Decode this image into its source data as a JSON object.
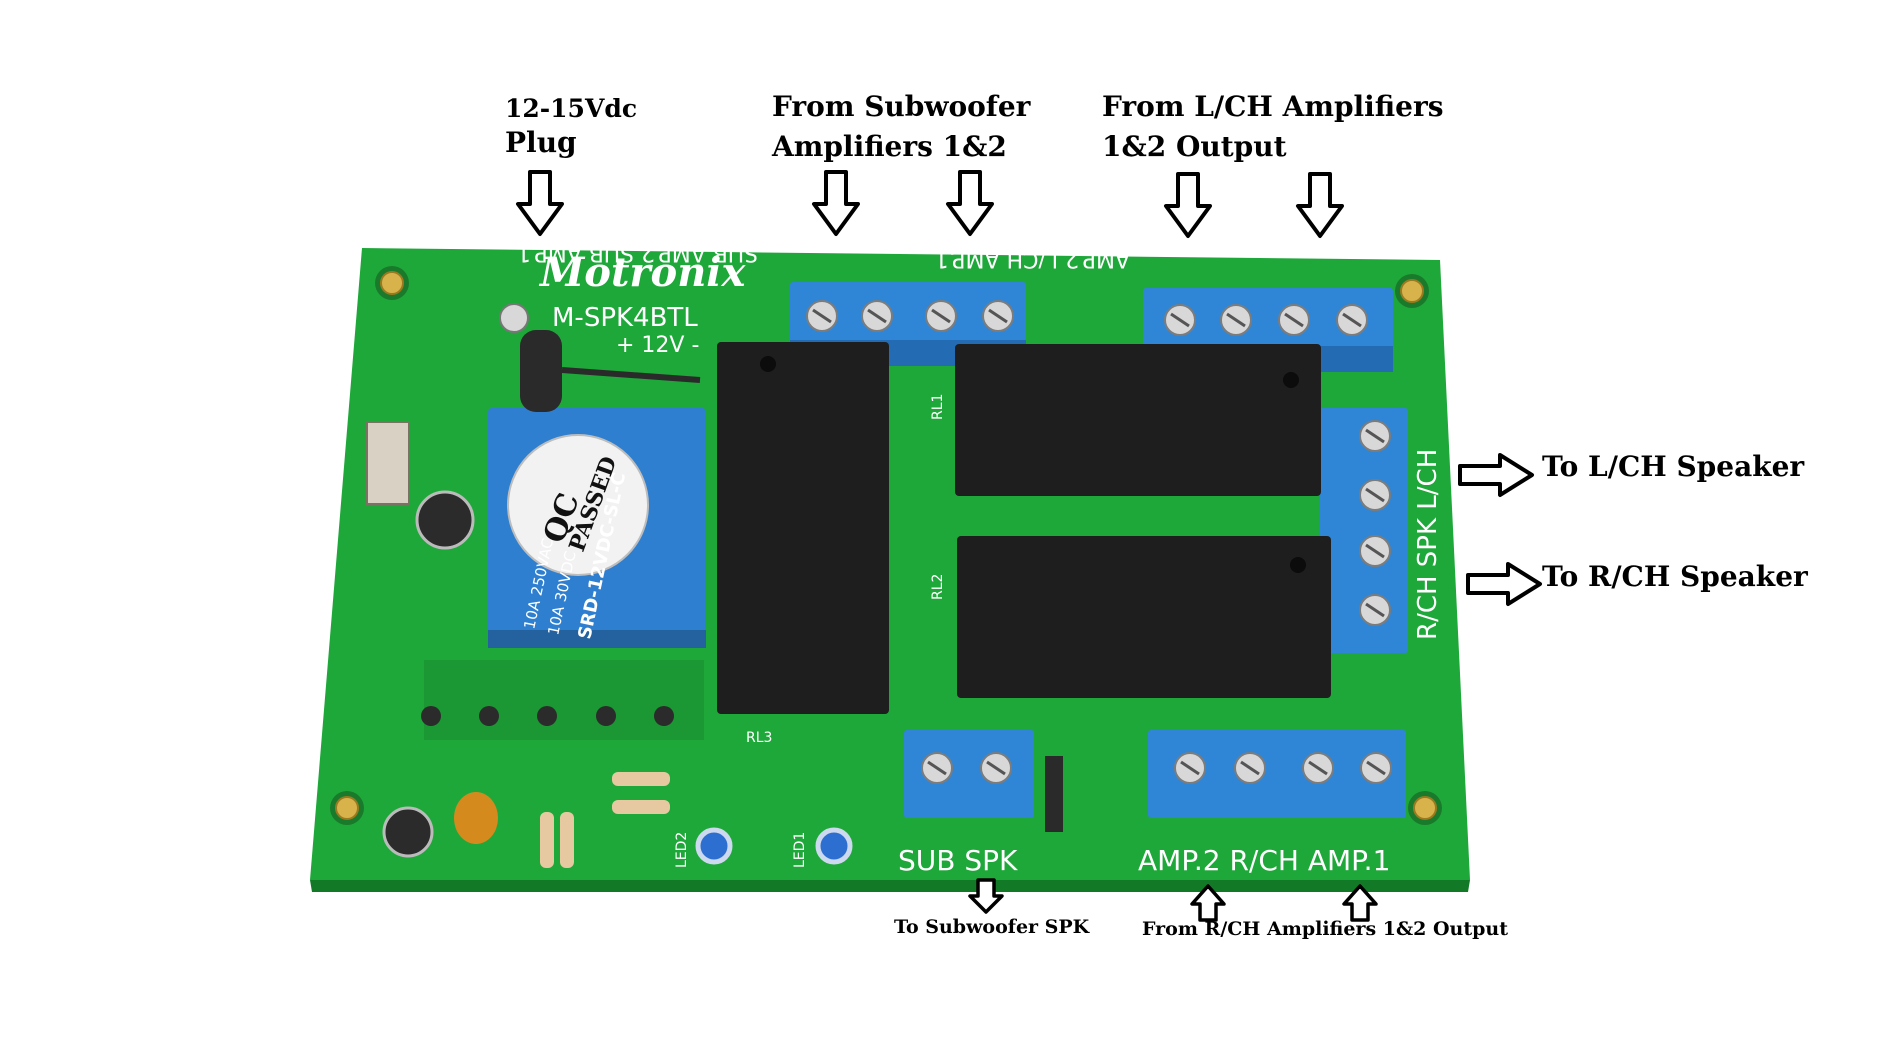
{
  "labels": {
    "power_line1": "12-15Vdc",
    "power_line2": "Plug",
    "sub_amp_line1": "From Subwoofer",
    "sub_amp_line2": "Amplifiers 1&2",
    "lch_amp_line1": "From L/CH Amplifiers",
    "lch_amp_line2": "1&2 Output",
    "to_lch_speaker": "To L/CH Speaker",
    "to_rch_speaker": "To R/CH Speaker",
    "to_sub_spk": "To Subwoofer SPK",
    "from_rch_amp": "From R/CH Amplifiers 1&2 Output"
  },
  "board": {
    "brand": "Motronix",
    "model": "M-SPK4BTL",
    "power_silk": "+ 12V -",
    "top_silk_sub": "SUB AMP.2  SUB AMP.1",
    "top_silk_lch": "AMP.2  L/CH  AMP.1",
    "side_silk": "R/CH SPK L/CH",
    "sub_spk_silk": "SUB SPK",
    "bottom_silk": "AMP.2  R/CH  AMP.1",
    "relay_text_1": "10A 250VAC",
    "relay_text_2": "10A 30VDC",
    "relay_text_3": "SRD-12VDC-SL-C",
    "qc_text_1": "QC",
    "qc_text_2": "PASSED",
    "led1": "LED1",
    "led2": "LED2",
    "rl1": "RL1",
    "rl2": "RL2",
    "rl3": "RL3"
  },
  "colors": {
    "pcb_green": "#1fa83a",
    "pcb_dark": "#16812b",
    "terminal_blue": "#2f86d6",
    "relay_black": "#1e1e1e",
    "relay_blue": "#2f7fd0"
  }
}
